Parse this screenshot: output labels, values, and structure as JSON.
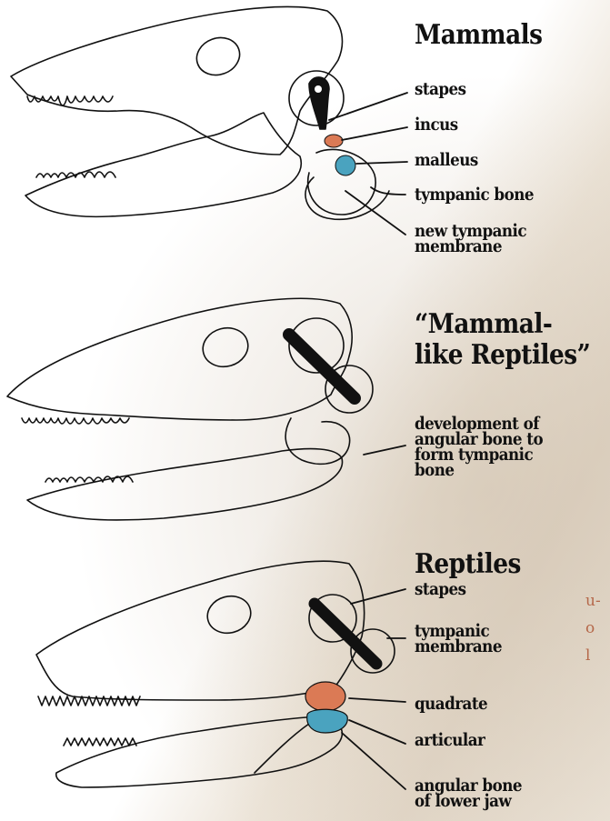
{
  "colors": {
    "orange_bone": "#db7a55",
    "blue_bone": "#4aa3bf",
    "line": "#111111",
    "side_text": "#b5684a"
  },
  "side_text": [
    "u-",
    "o",
    "l"
  ],
  "sections": {
    "mammals": {
      "heading": "Mammals",
      "labels": [
        "stapes",
        "incus",
        "malleus",
        "tympanic bone",
        "new tympanic",
        "membrane"
      ]
    },
    "mammal_like": {
      "heading_line1": "“Mammal-",
      "heading_line2": "like Reptiles”",
      "labels": [
        "development of",
        "angular bone to",
        "form tympanic",
        "bone"
      ]
    },
    "reptiles": {
      "heading": "Reptiles",
      "labels": [
        "stapes",
        "tympanic",
        "membrane",
        "quadrate",
        "articular",
        "angular bone",
        "of lower jaw"
      ]
    }
  }
}
